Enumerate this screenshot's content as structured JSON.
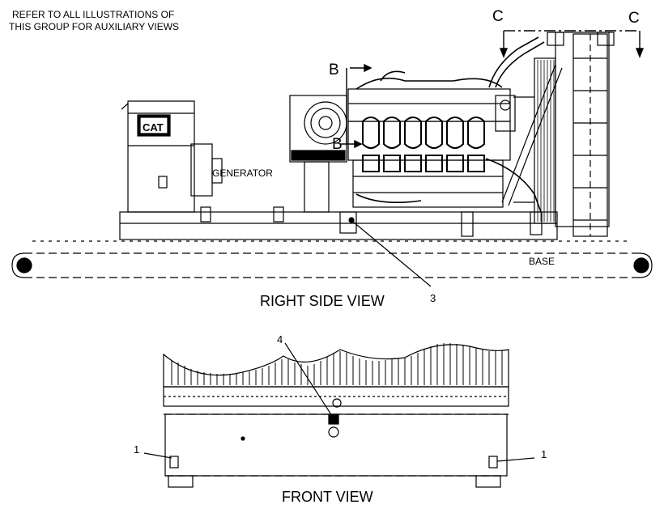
{
  "note": [
    "REFER TO ALL ILLUSTRATIONS OF",
    "THIS GROUP FOR AUXILIARY VIEWS"
  ],
  "views": {
    "right_side": "RIGHT SIDE VIEW",
    "front": "FRONT VIEW"
  },
  "labels": {
    "generator": "GENERATOR",
    "base": "BASE",
    "logo": "CAT"
  },
  "section_markers": {
    "c_left": "C",
    "c_right": "C",
    "b_upper": "B",
    "b_lower": "B"
  },
  "callouts": {
    "c3": "3",
    "c4": "4",
    "c1_left": "1",
    "c1_right": "1"
  }
}
